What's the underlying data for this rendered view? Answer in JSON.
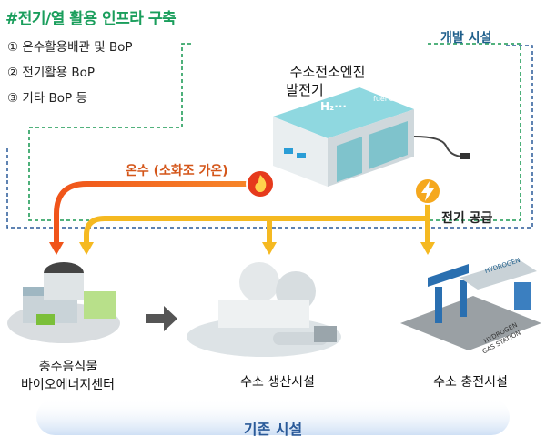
{
  "header": {
    "title": "#전기/열 활용 인프라 구축"
  },
  "items": [
    {
      "label": "① 온수활용배관 및 BoP"
    },
    {
      "label": "② 전기활용 BoP"
    },
    {
      "label": "③ 기타 BoP 등"
    }
  ],
  "zones": {
    "new_label": "개발 시설",
    "existing_label": "기존 시설"
  },
  "fuel_cell": {
    "label_line1": "수소전소엔진",
    "label_line2": "발전기",
    "box_text": "H₂··· ",
    "brand_text": "fuel cell"
  },
  "flows": {
    "hot_water_label": "온수 (소화조 가온)",
    "power_label": "전기 공급"
  },
  "facilities": [
    {
      "line1": "충주음식물",
      "line2": "바이오에너지센터"
    },
    {
      "line1": "수소 생산시설"
    },
    {
      "line1": "수소 충전시설"
    }
  ],
  "station_sign": {
    "line1": "HYDROGEN",
    "line2": "GAS STATION",
    "truck_text": "HYDROGEN"
  },
  "colors": {
    "title": "#1a9e5c",
    "zone_new": "#3aa86b",
    "zone_existing": "#2a5a99",
    "hot_water": "#f26a1b",
    "power": "#f5b921"
  }
}
